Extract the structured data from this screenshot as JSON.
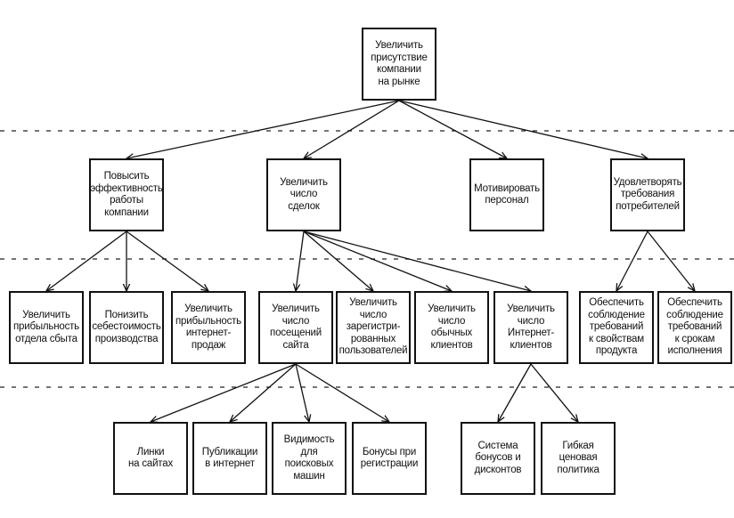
{
  "diagram": {
    "type": "goal-tree",
    "levels": 4,
    "nodes": [
      {
        "id": "root",
        "level": 0,
        "label": "Увеличить\nприсутствие\nкомпании\nна рынке"
      },
      {
        "id": "n1",
        "level": 1,
        "parent": "root",
        "label": "Повысить\nэффективность\nработы\nкомпании"
      },
      {
        "id": "n2",
        "level": 1,
        "parent": "root",
        "label": "Увеличить\nчисло\nсделок"
      },
      {
        "id": "n3",
        "level": 1,
        "parent": "root",
        "label": "Мотивировать\nперсонал"
      },
      {
        "id": "n4",
        "level": 1,
        "parent": "root",
        "label": "Удовлетворять\nтребования\nпотребителей"
      },
      {
        "id": "n11",
        "level": 2,
        "parent": "n1",
        "label": "Увеличить\nприбыльность\nотдела сбыта"
      },
      {
        "id": "n12",
        "level": 2,
        "parent": "n1",
        "label": "Понизить\nсебестоимость\nпроизводства"
      },
      {
        "id": "n13",
        "level": 2,
        "parent": "n1",
        "label": "Увеличить\nприбыльность\nинтернет-\nпродаж"
      },
      {
        "id": "n21",
        "level": 2,
        "parent": "n2",
        "label": "Увеличить\nчисло\nпосещений\nсайта"
      },
      {
        "id": "n22",
        "level": 2,
        "parent": "n2",
        "label": "Увеличить\nчисло\nзарегистри-\nрованных\nпользователей"
      },
      {
        "id": "n23",
        "level": 2,
        "parent": "n2",
        "label": "Увеличить\nчисло\nобычных\nклиентов"
      },
      {
        "id": "n24",
        "level": 2,
        "parent": "n2",
        "label": "Увеличить\nчисло\nИнтернет-\nклиентов"
      },
      {
        "id": "n41",
        "level": 2,
        "parent": "n4",
        "label": "Обеспечить\nсоблюдение\nтребований\nк свойствам\nпродукта"
      },
      {
        "id": "n42",
        "level": 2,
        "parent": "n4",
        "label": "Обеспечить\nсоблюдение\nтребований\nк срокам\nисполнения"
      },
      {
        "id": "n211",
        "level": 3,
        "parent": "n21",
        "label": "Линки\nна сайтах"
      },
      {
        "id": "n212",
        "level": 3,
        "parent": "n21",
        "label": "Публикации\nв интернет"
      },
      {
        "id": "n213",
        "level": 3,
        "parent": "n21",
        "label": "Видимость для\nпоисковых\nмашин"
      },
      {
        "id": "n214",
        "level": 3,
        "parent": "n21",
        "label": "Бонусы при\nрегистрации"
      },
      {
        "id": "n241",
        "level": 3,
        "parent": "n24",
        "label": "Система\nбонусов и\nдисконтов"
      },
      {
        "id": "n242",
        "level": 3,
        "parent": "n24",
        "label": "Гибкая\nценовая\nполитика"
      }
    ]
  }
}
